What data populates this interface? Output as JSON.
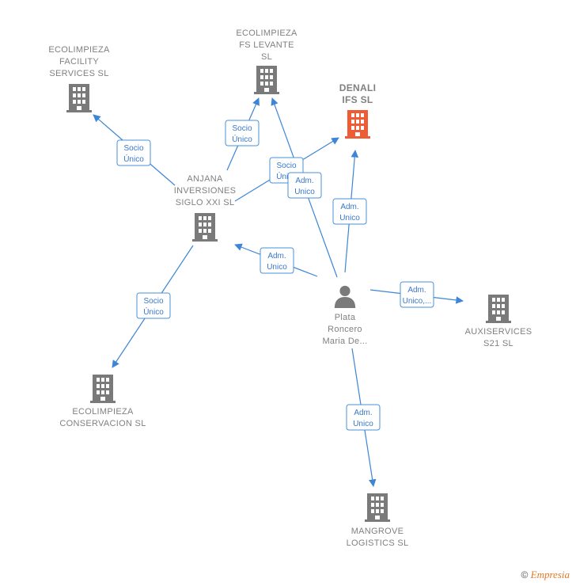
{
  "colors": {
    "edge": "#3d85d6",
    "company_icon": "#7a7a7a",
    "focus_icon": "#ef5b35",
    "person_icon": "#7a7a7a",
    "label": "#808080"
  },
  "nodes": [
    {
      "id": "facility",
      "type": "company",
      "icon": "building-icon",
      "lines": [
        "ECOLIMPIEZA",
        "FACILITY",
        "SERVICES  SL"
      ]
    },
    {
      "id": "levante",
      "type": "company",
      "icon": "building-icon",
      "lines": [
        "ECOLIMPIEZA",
        "FS LEVANTE",
        "SL"
      ]
    },
    {
      "id": "denali",
      "type": "focus",
      "icon": "building-icon",
      "lines": [
        "DENALI",
        "IFS  SL"
      ]
    },
    {
      "id": "anjana",
      "type": "company",
      "icon": "building-icon",
      "lines": [
        "ANJANA",
        "INVERSIONES",
        "SIGLO XXI  SL"
      ]
    },
    {
      "id": "person",
      "type": "person",
      "icon": "person-icon",
      "lines": [
        "Plata",
        "Roncero",
        "Maria De..."
      ]
    },
    {
      "id": "auxiservices",
      "type": "company",
      "icon": "building-icon",
      "lines": [
        "AUXISERVICES",
        "S21  SL"
      ]
    },
    {
      "id": "conservacion",
      "type": "company",
      "icon": "building-icon",
      "lines": [
        "ECOLIMPIEZA",
        "CONSERVACION SL"
      ]
    },
    {
      "id": "mangrove",
      "type": "company",
      "icon": "building-icon",
      "lines": [
        "MANGROVE",
        "LOGISTICS  SL"
      ]
    }
  ],
  "edges": [
    {
      "from": "anjana",
      "to": "facility",
      "label": [
        "Socio",
        "Único"
      ]
    },
    {
      "from": "anjana",
      "to": "levante",
      "label": [
        "Socio",
        "Único"
      ]
    },
    {
      "from": "anjana",
      "to": "denali",
      "label": [
        "Socio",
        "Único"
      ]
    },
    {
      "from": "person",
      "to": "levante",
      "label": [
        "Adm.",
        "Unico"
      ]
    },
    {
      "from": "person",
      "to": "denali",
      "label": [
        "Adm.",
        "Unico"
      ]
    },
    {
      "from": "person",
      "to": "anjana",
      "label": [
        "Adm.",
        "Unico"
      ]
    },
    {
      "from": "person",
      "to": "auxiservices",
      "label": [
        "Adm.",
        "Unico,..."
      ]
    },
    {
      "from": "anjana",
      "to": "conservacion",
      "label": [
        "Socio",
        "Único"
      ]
    },
    {
      "from": "person",
      "to": "mangrove",
      "label": [
        "Adm.",
        "Unico"
      ]
    }
  ],
  "footer": {
    "copyright_symbol": "©",
    "brand": "Empresia"
  }
}
